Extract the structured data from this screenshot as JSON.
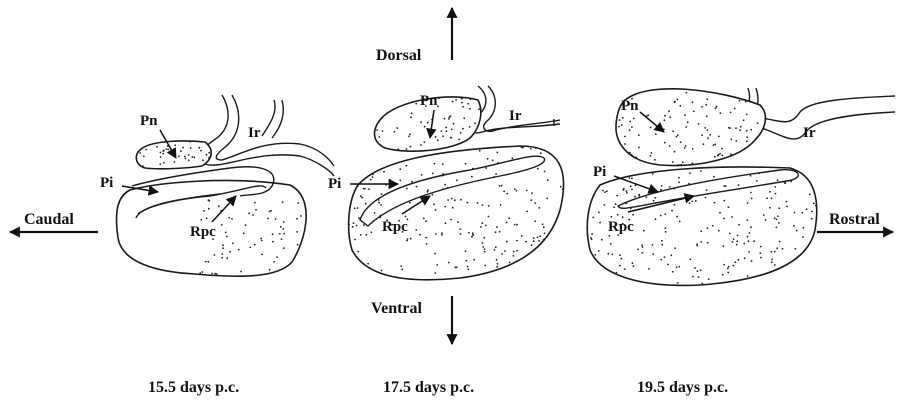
{
  "orientation": {
    "dorsal": "Dorsal",
    "ventral": "Ventral",
    "caudal": "Caudal",
    "rostral": "Rostral"
  },
  "panels": [
    {
      "caption": "15.5 days p.c.",
      "labels": {
        "pn": "Pn",
        "ir": "Ir",
        "pi": "Pi",
        "rpc": "Rpc"
      }
    },
    {
      "caption": "17.5 days p.c.",
      "labels": {
        "pn": "Pn",
        "ir": "Ir",
        "pi": "Pi",
        "rpc": "Rpc"
      }
    },
    {
      "caption": "19.5 days p.c.",
      "labels": {
        "pn": "Pn",
        "ir": "Ir",
        "pi": "Pi",
        "rpc": "Rpc"
      }
    }
  ],
  "colors": {
    "ink": "#111111",
    "background": "#ffffff"
  }
}
